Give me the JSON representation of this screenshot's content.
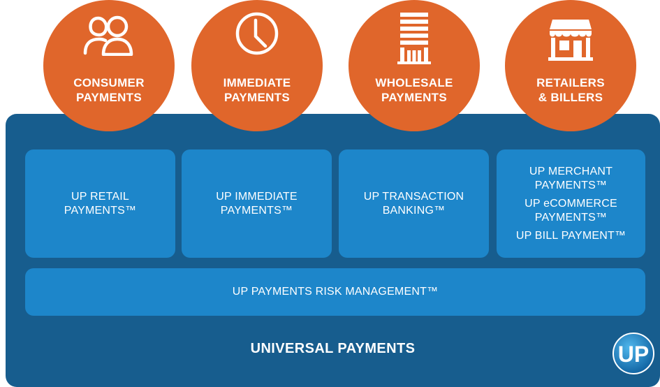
{
  "colors": {
    "accent": "#e0662b",
    "platform": "#175d8e",
    "box": "#1d86ca",
    "text": "#ffffff"
  },
  "segments": [
    {
      "line1": "CONSUMER",
      "line2": "PAYMENTS",
      "icon": "users-icon"
    },
    {
      "line1": "IMMEDIATE",
      "line2": "PAYMENTS",
      "icon": "clock-icon"
    },
    {
      "line1": "WHOLESALE",
      "line2": "PAYMENTS",
      "icon": "building-icon"
    },
    {
      "line1": "RETAILERS",
      "line2": "& BILLERS",
      "icon": "store-icon"
    }
  ],
  "products": {
    "retail": {
      "line1": "UP RETAIL",
      "line2": "PAYMENTS™"
    },
    "immediate": {
      "line1": "UP IMMEDIATE",
      "line2": "PAYMENTS™"
    },
    "transaction": {
      "line1": "UP TRANSACTION",
      "line2": "BANKING™"
    },
    "merchant": {
      "line1": "UP MERCHANT",
      "line2": "PAYMENTS™"
    },
    "ecommerce": {
      "line1": "UP eCOMMERCE",
      "line2": "PAYMENTS™"
    },
    "bill": "UP BILL PAYMENT™"
  },
  "risk": "UP PAYMENTS RISK MANAGEMENT™",
  "brand": "UNIVERSAL PAYMENTS",
  "logo": {
    "text": "UP",
    "icon": "up-logo-icon"
  }
}
